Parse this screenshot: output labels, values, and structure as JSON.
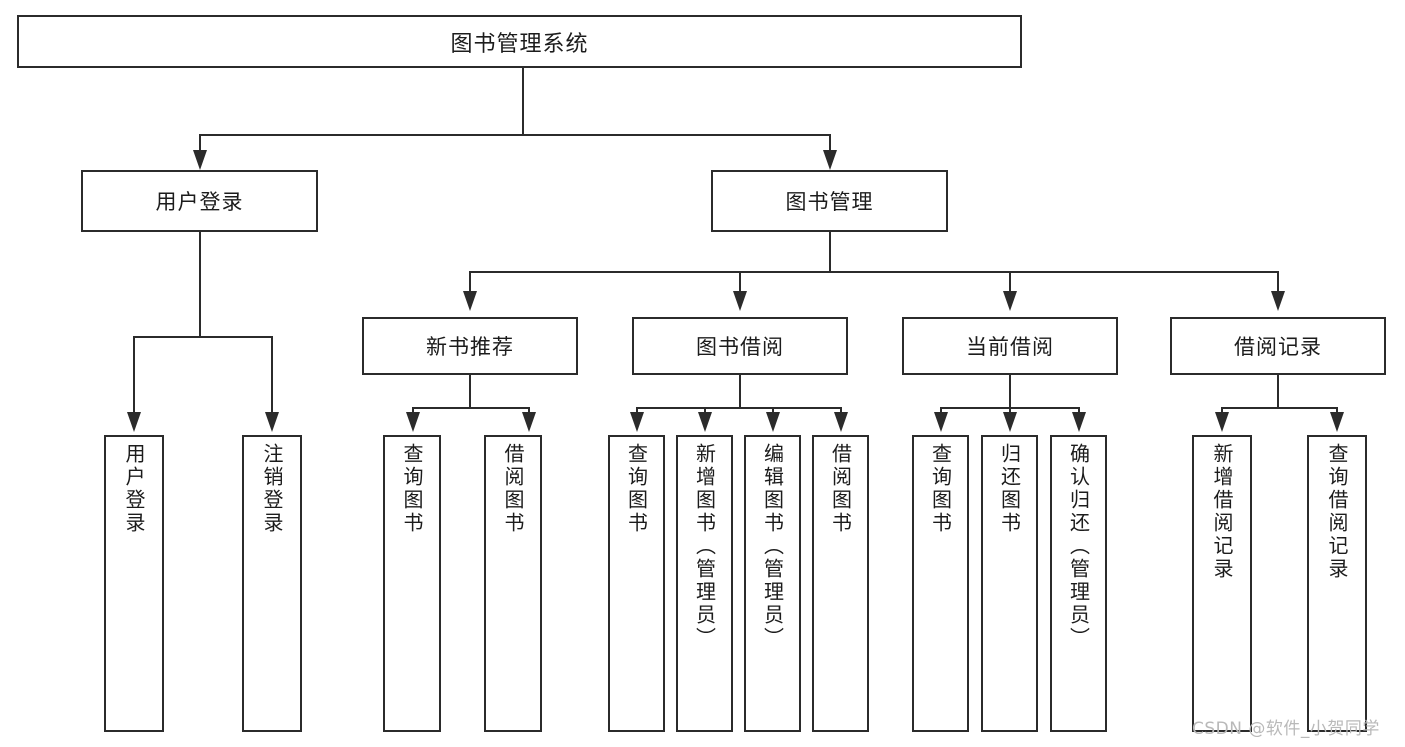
{
  "diagram": {
    "title": "图书管理系统",
    "type": "hierarchy-tree",
    "levels": 4,
    "nodes": {
      "root": {
        "label": "图书管理系统"
      },
      "level2": [
        {
          "id": "user-login",
          "label": "用户登录"
        },
        {
          "id": "book-manage",
          "label": "图书管理"
        }
      ],
      "level3": [
        {
          "id": "new-book-recommend",
          "label": "新书推荐"
        },
        {
          "id": "book-borrow",
          "label": "图书借阅"
        },
        {
          "id": "current-borrow",
          "label": "当前借阅"
        },
        {
          "id": "borrow-record",
          "label": "借阅记录"
        }
      ],
      "leaves": {
        "user_login": [
          {
            "id": "leaf-user-login",
            "label": "用户登录"
          },
          {
            "id": "leaf-logout-login",
            "label": "注销登录"
          }
        ],
        "new_book_recommend": [
          {
            "id": "leaf-query-book-1",
            "label": "查询图书"
          },
          {
            "id": "leaf-borrow-book-1",
            "label": "借阅图书"
          }
        ],
        "book_borrow": [
          {
            "id": "leaf-query-book-2",
            "label": "查询图书"
          },
          {
            "id": "leaf-add-book",
            "label": "新增图书（管理员）"
          },
          {
            "id": "leaf-edit-book",
            "label": "编辑图书（管理员）"
          },
          {
            "id": "leaf-borrow-book-2",
            "label": "借阅图书"
          }
        ],
        "current_borrow": [
          {
            "id": "leaf-query-book-3",
            "label": "查询图书"
          },
          {
            "id": "leaf-return-book",
            "label": "归还图书"
          },
          {
            "id": "leaf-confirm-return",
            "label": "确认归还（管理员）"
          }
        ],
        "borrow_record": [
          {
            "id": "leaf-add-record",
            "label": "新增借阅记录"
          },
          {
            "id": "leaf-query-record",
            "label": "查询借阅记录"
          }
        ]
      }
    },
    "colors": {
      "stroke": "#2b2b2b",
      "fill": "#ffffff",
      "text": "#1c1c1c",
      "watermark": "#b9b9b9"
    }
  },
  "watermark": {
    "text": "CSDN @软件_小贺同学"
  }
}
